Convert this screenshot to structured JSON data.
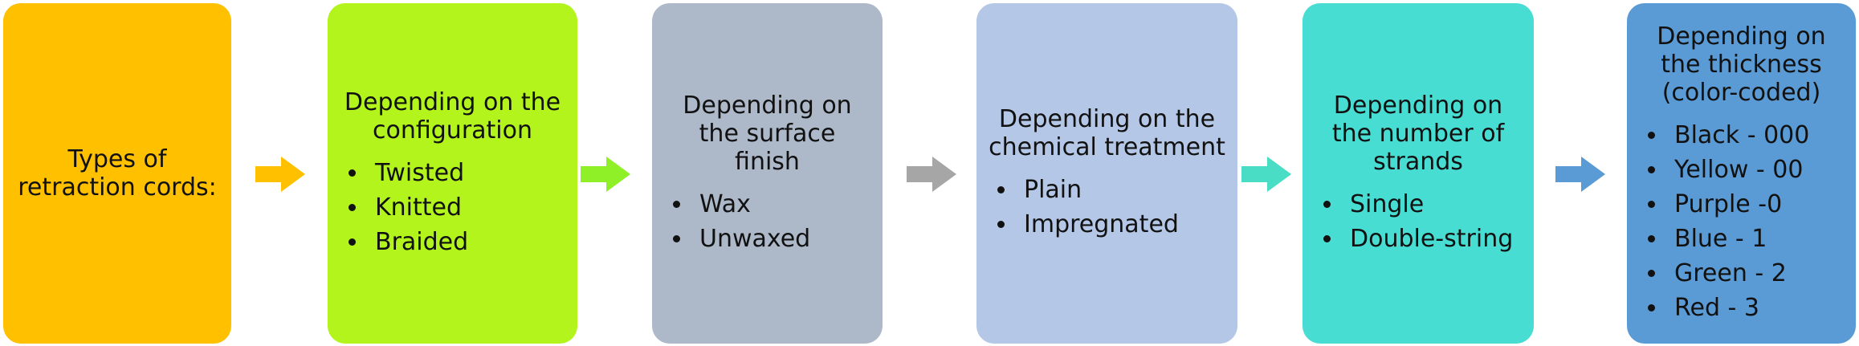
{
  "steps": [
    {
      "color": "#FFC000",
      "title": "Types of\nretraction cords:",
      "items": []
    },
    {
      "color": "#B2F41C",
      "title": "Depending on the\nconfiguration",
      "items": [
        "Twisted",
        "Knitted",
        "Braided"
      ]
    },
    {
      "color": "#ADB8C9",
      "title": "Depending on\nthe surface finish",
      "items": [
        "Wax",
        "Unwaxed"
      ]
    },
    {
      "color": "#B4C7E7",
      "title": "Depending on the\nchemical treatment",
      "items": [
        "Plain",
        "Impregnated"
      ]
    },
    {
      "color": "#48DDD2",
      "title": "Depending on\nthe number of\nstrands",
      "items": [
        "Single",
        "Double-string"
      ]
    },
    {
      "color": "#5B9BD5",
      "title": "Depending on\nthe thickness\n(color-coded)",
      "items": [
        "Black - 000",
        "Yellow - 00",
        "Purple -0",
        "Blue - 1",
        "Green - 2",
        "Red - 3"
      ]
    }
  ],
  "arrows": [
    {
      "color": "#FFC000"
    },
    {
      "color": "#90F028"
    },
    {
      "color": "#A6A6A6"
    },
    {
      "color": "#48DDC4"
    },
    {
      "color": "#5B9BD5"
    }
  ]
}
